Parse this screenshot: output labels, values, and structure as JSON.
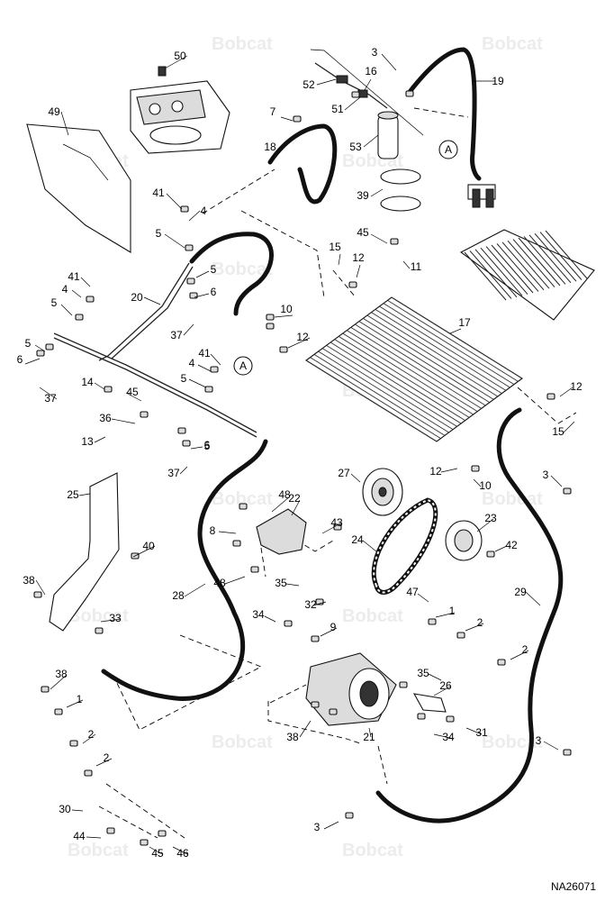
{
  "diagram": {
    "watermark_text": "Bobcat",
    "drawing_code": "NA26071",
    "reference_marker": "A",
    "callouts": [
      "1",
      "2",
      "3",
      "4",
      "5",
      "6",
      "7",
      "8",
      "9",
      "10",
      "11",
      "12",
      "13",
      "14",
      "15",
      "16",
      "17",
      "18",
      "19",
      "20",
      "21",
      "22",
      "23",
      "24",
      "25",
      "26",
      "27",
      "28",
      "29",
      "30",
      "31",
      "32",
      "33",
      "34",
      "35",
      "36",
      "37",
      "38",
      "39",
      "40",
      "41",
      "42",
      "43",
      "44",
      "45",
      "46",
      "47",
      "48",
      "49",
      "50",
      "51",
      "52",
      "53"
    ]
  }
}
